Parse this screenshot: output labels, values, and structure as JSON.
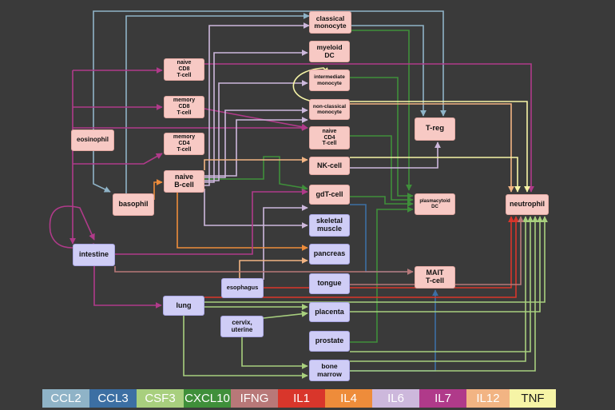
{
  "nodes": {
    "classical_monocyte": "classical\nmonocyte",
    "myeloid_dc": "myeloid\nDC",
    "intermediate_monocyte": "intermediate\nmonocyte",
    "nonclassical_monocyte": "non-classical\nmonocyte",
    "naive_cd4": "naive\nCD4\nT-cell",
    "nk_cell": "NK-cell",
    "gdt_cell": "gdT-cell",
    "skeletal_muscle": "skeletal\nmuscle",
    "pancreas": "pancreas",
    "tongue": "tongue",
    "placenta": "placenta",
    "prostate": "prostate",
    "bone_marrow": "bone\nmarrow",
    "naive_cd8": "naive\nCD8\nT-cell",
    "memory_cd8": "memory\nCD8\nT-cell",
    "memory_cd4": "memory\nCD4\nT-cell",
    "naive_bcell": "naive\nB-cell",
    "eosinophil": "eosinophil",
    "basophil": "basophil",
    "intestine": "intestine",
    "esophagus": "esophagus",
    "lung": "lung",
    "cervix_uterine": "cervix,\nuterine",
    "treg": "T-reg",
    "plasmacytoid_dc": "plasmacytoid\nDC",
    "mait": "MAIT\nT-cell",
    "neutrophil": "neutrophil"
  },
  "legend": [
    {
      "label": "CCL2",
      "color": "#8fb3c7"
    },
    {
      "label": "CCL3",
      "color": "#3c6fa3"
    },
    {
      "label": "CSF3",
      "color": "#a8cf7e"
    },
    {
      "label": "CXCL10",
      "color": "#3f8f3a"
    },
    {
      "label": "IFNG",
      "color": "#b87878"
    },
    {
      "label": "IL1",
      "color": "#d9362b"
    },
    {
      "label": "IL4",
      "color": "#ee8c3a"
    },
    {
      "label": "IL6",
      "color": "#cdb8dc"
    },
    {
      "label": "IL7",
      "color": "#b03a8a"
    },
    {
      "label": "IL12",
      "color": "#f2b483"
    },
    {
      "label": "TNF",
      "color": "#f6f4a6"
    }
  ]
}
